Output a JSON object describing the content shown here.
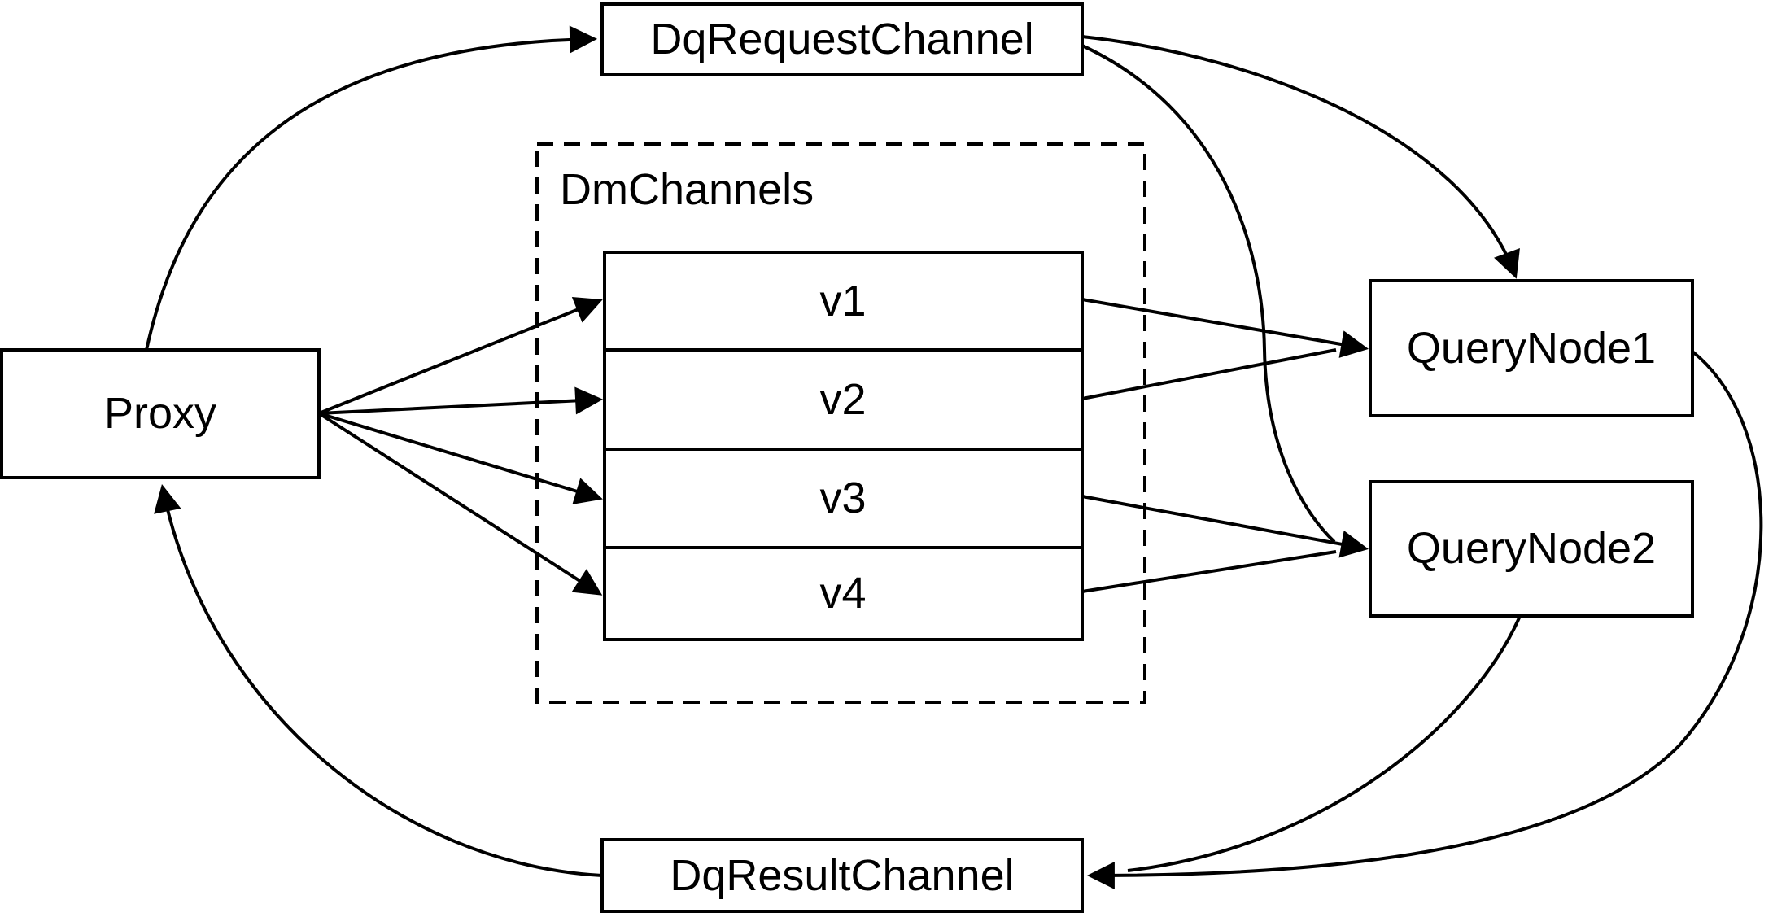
{
  "diagram": {
    "background_color": "#ffffff",
    "stroke_color": "#000000",
    "nodes": {
      "proxy": {
        "label": "Proxy"
      },
      "dq_request_channel": {
        "label": "DqRequestChannel"
      },
      "dm_channels": {
        "label": "DmChannels"
      },
      "v1": {
        "label": "v1"
      },
      "v2": {
        "label": "v2"
      },
      "v3": {
        "label": "v3"
      },
      "v4": {
        "label": "v4"
      },
      "query_node1": {
        "label": "QueryNode1"
      },
      "query_node2": {
        "label": "QueryNode2"
      },
      "dq_result_channel": {
        "label": "DqResultChannel"
      }
    },
    "edges": [
      {
        "from": "Proxy",
        "to": "DqRequestChannel"
      },
      {
        "from": "Proxy",
        "to": "v1"
      },
      {
        "from": "Proxy",
        "to": "v2"
      },
      {
        "from": "Proxy",
        "to": "v3"
      },
      {
        "from": "Proxy",
        "to": "v4"
      },
      {
        "from": "DqRequestChannel",
        "to": "QueryNode1"
      },
      {
        "from": "DqRequestChannel",
        "to": "QueryNode2"
      },
      {
        "from": "v1",
        "to": "QueryNode1"
      },
      {
        "from": "v2",
        "to": "QueryNode1"
      },
      {
        "from": "v3",
        "to": "QueryNode2"
      },
      {
        "from": "v4",
        "to": "QueryNode2"
      },
      {
        "from": "QueryNode1",
        "to": "DqResultChannel"
      },
      {
        "from": "QueryNode2",
        "to": "DqResultChannel"
      },
      {
        "from": "DqResultChannel",
        "to": "Proxy"
      }
    ]
  }
}
